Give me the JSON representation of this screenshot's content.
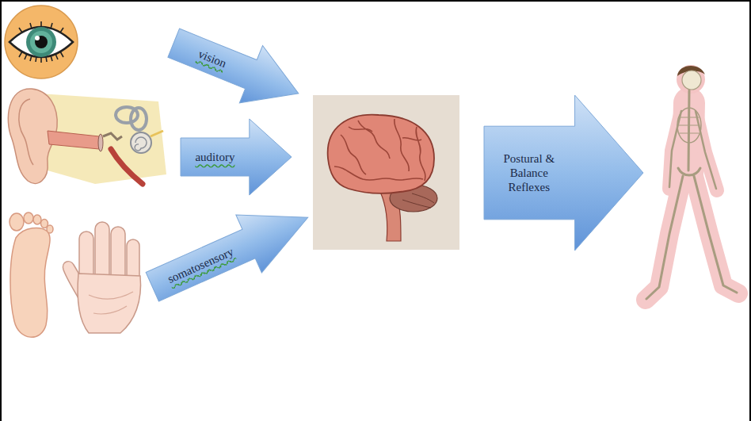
{
  "diagram": {
    "nodes": [
      {
        "text": [
          "vision"
        ]
      },
      {
        "text": [
          "auditory"
        ]
      },
      {
        "text": [
          "somatosensory"
        ]
      },
      {
        "text": [
          "Postural & Balance Reflexes"
        ]
      }
    ]
  }
}
